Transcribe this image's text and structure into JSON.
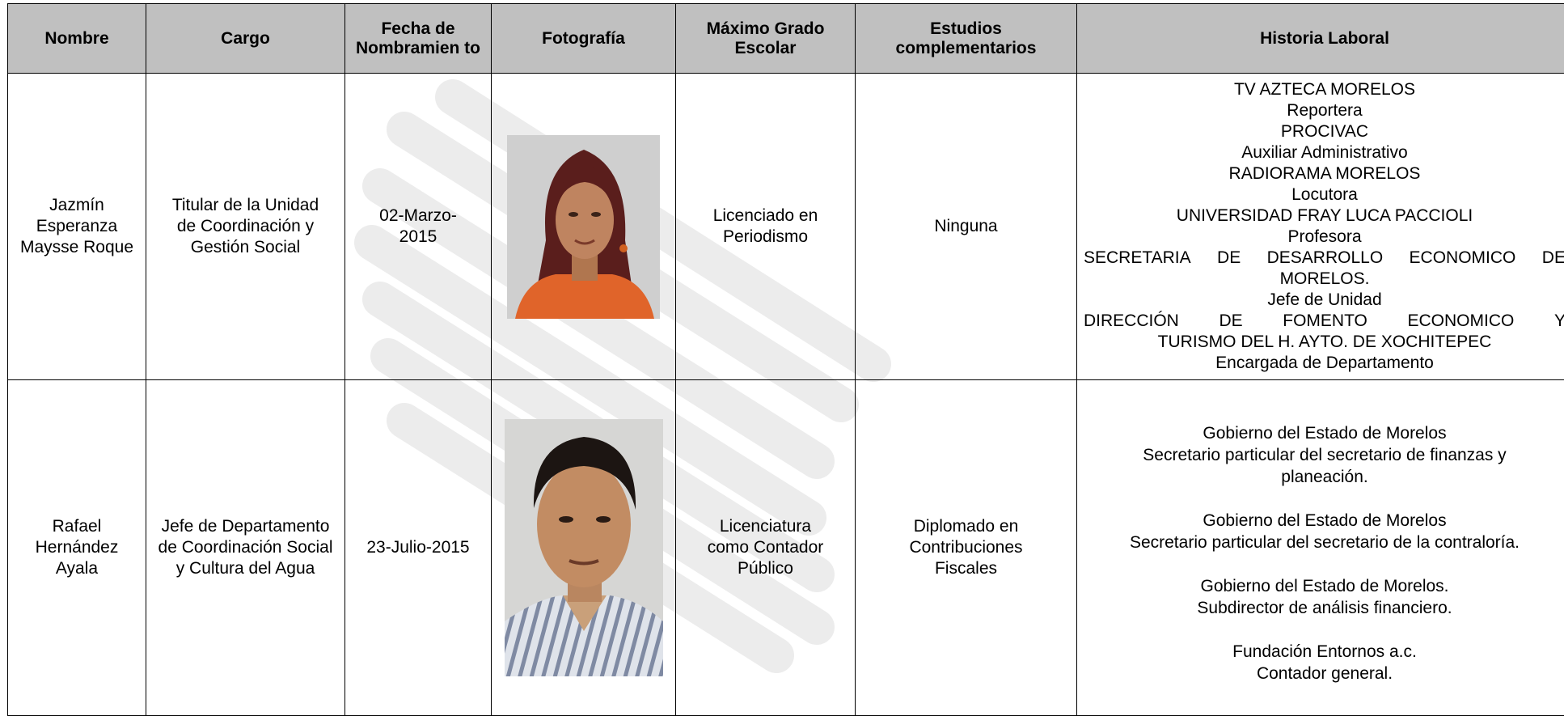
{
  "table": {
    "headers": {
      "nombre": "Nombre",
      "cargo": "Cargo",
      "fecha": "Fecha de Nombramien to",
      "fotografia": "Fotografía",
      "grado": "Máximo Grado Escolar",
      "estudios": "Estudios complementarios",
      "historia": "Historia Laboral"
    },
    "rows": [
      {
        "nombre": "Jazmín Esperanza Maysse Roque",
        "cargo": "Titular de la Unidad de Coordinación y Gestión Social",
        "fecha": "02-Marzo-2015",
        "grado": "Licenciado en Periodismo",
        "estudios": "Ninguna",
        "historia": {
          "l1": "TV AZTECA MORELOS",
          "l2": "Reportera",
          "l3": "PROCIVAC",
          "l4": "Auxiliar Administrativo",
          "l5": "RADIORAMA MORELOS",
          "l6": "Locutora",
          "l7": "UNIVERSIDAD FRAY LUCA PACCIOLI",
          "l8": "Profesora",
          "l9": [
            "SECRETARIA",
            "DE",
            "DESARROLLO",
            "ECONOMICO",
            "DE"
          ],
          "l10": "MORELOS.",
          "l11": "Jefe de Unidad",
          "l12": [
            "DIRECCIÓN",
            "DE",
            "FOMENTO",
            "ECONOMICO",
            "Y"
          ],
          "l13": "TURISMO DEL H. AYTO. DE XOCHITEPEC",
          "l14": "Encargada de Departamento"
        }
      },
      {
        "nombre": "Rafael Hernández Ayala",
        "cargo": "Jefe de Departamento de Coordinación Social y Cultura del Agua",
        "fecha": "23-Julio-2015",
        "grado": "Licenciatura como Contador Público",
        "estudios": "Diplomado en Contribuciones Fiscales",
        "historia": {
          "l1": "Gobierno del Estado de Morelos",
          "l2": "Secretario particular del secretario de finanzas y",
          "l3": "planeación.",
          "l4": "Gobierno del Estado de Morelos",
          "l5": "Secretario particular del secretario de la contraloría.",
          "l6": "Gobierno del Estado de Morelos.",
          "l7": "Subdirector de análisis financiero.",
          "l8": "Fundación Entornos a.c.",
          "l9": "Contador general."
        }
      }
    ]
  },
  "colors": {
    "header_bg": "#c0c0c0",
    "border": "#000000",
    "watermark": "#ececec"
  },
  "icons": {
    "watermark": "brush-stroke-watermark",
    "photo1": "portrait-woman",
    "photo2": "portrait-man"
  }
}
